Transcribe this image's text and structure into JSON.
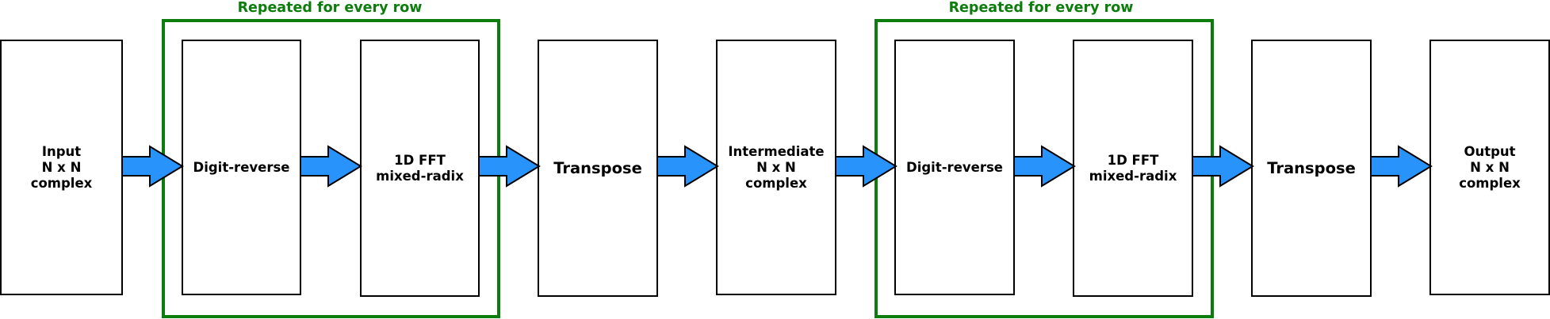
{
  "groups": [
    {
      "title": "Repeated for every row"
    },
    {
      "title": "Repeated for every row"
    }
  ],
  "boxes": [
    {
      "label": "Input\nN x N\ncomplex"
    },
    {
      "label": "Digit-reverse"
    },
    {
      "label": "1D FFT\nmixed-radix"
    },
    {
      "label": "Transpose"
    },
    {
      "label": "Intermediate\nN x N\ncomplex"
    },
    {
      "label": "Digit-reverse"
    },
    {
      "label": "1D FFT\nmixed-radix"
    },
    {
      "label": "Transpose"
    },
    {
      "label": "Output\nN x N\ncomplex"
    }
  ],
  "colors": {
    "arrow_fill": "#2993fc",
    "group_border": "#0c7d0c",
    "box_border": "#000000"
  }
}
